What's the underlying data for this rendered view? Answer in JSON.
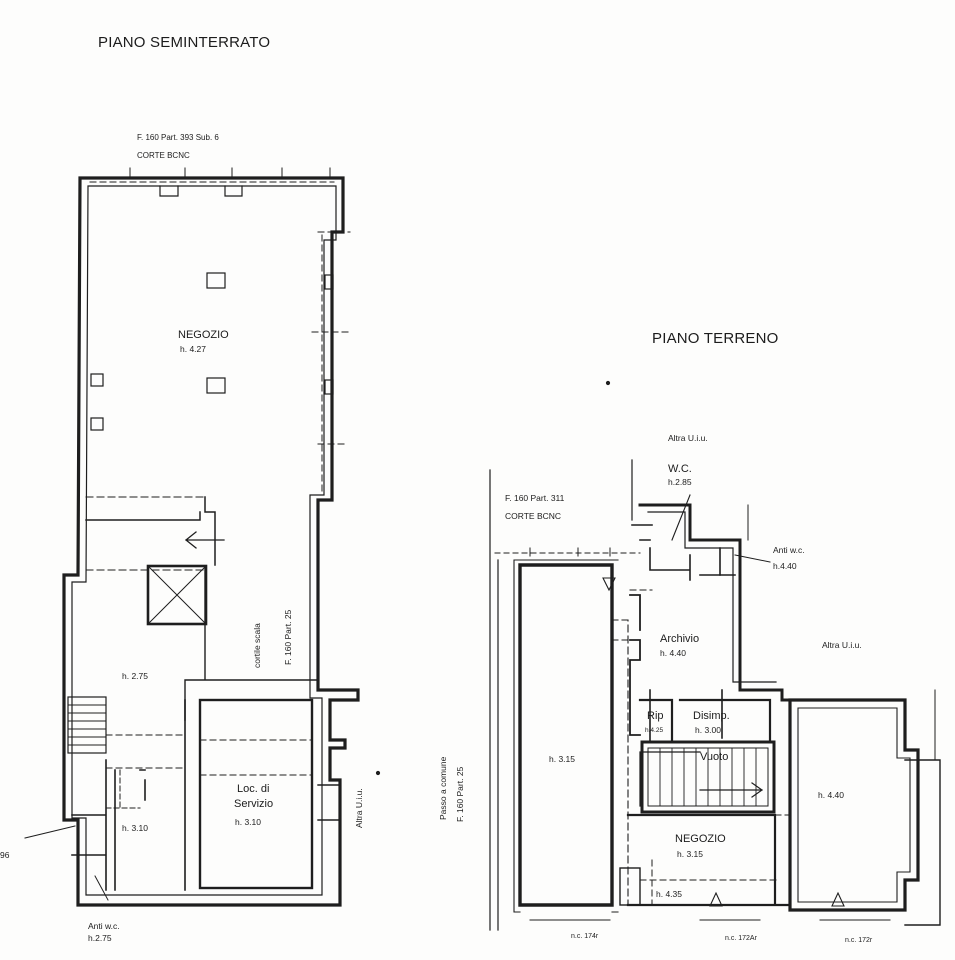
{
  "semi": {
    "title": "PIANO SEMINTERRATO",
    "parcel_ref": "F. 160 Part. 393 Sub. 6",
    "court": "CORTE BCNC",
    "negozio": "NEGOZIO",
    "negozio_h": "h. 4.27",
    "cortile_scala": "cortile scala",
    "parcel_25": "F. 160 Part. 25",
    "h275": "h. 2.75",
    "loc_servizio_1": "Loc. di",
    "loc_servizio_2": "Servizio",
    "loc_h": "h. 3.10",
    "h310": "h. 3.10",
    "altra": "Altra U.i.u.",
    "anti_wc": "Anti w.c.",
    "anti_wc_h": "h.2.75",
    "edge_num": "96"
  },
  "terreno": {
    "title": "PIANO TERRENO",
    "altra_top": "Altra U.i.u.",
    "wc": "W.C.",
    "wc_h": "h.2.85",
    "parcel_ref": "F. 160 Part. 311",
    "court": "CORTE BCNC",
    "anti_wc": "Anti w.c.",
    "anti_wc_h": "h.4.40",
    "archivio": "Archivio",
    "archivio_h": "h. 4.40",
    "altra_right": "Altra U.i.u.",
    "rip": "Rip",
    "rip_h": "h.4.25",
    "disimp": "Disimp.",
    "disimp_h": "h. 3.00",
    "vuoto": "Vuoto",
    "h315": "h. 3.15",
    "h440": "h. 4.40",
    "passo_1": "Passo a comune",
    "passo_2": "F. 160 Part. 25",
    "negozio": "NEGOZIO",
    "negozio_h": "h. 3.15",
    "h435": "h. 4.35",
    "nc174": "n.c. 174r",
    "nc172a": "n.c. 172Ar",
    "nc172": "n.c. 172r"
  }
}
